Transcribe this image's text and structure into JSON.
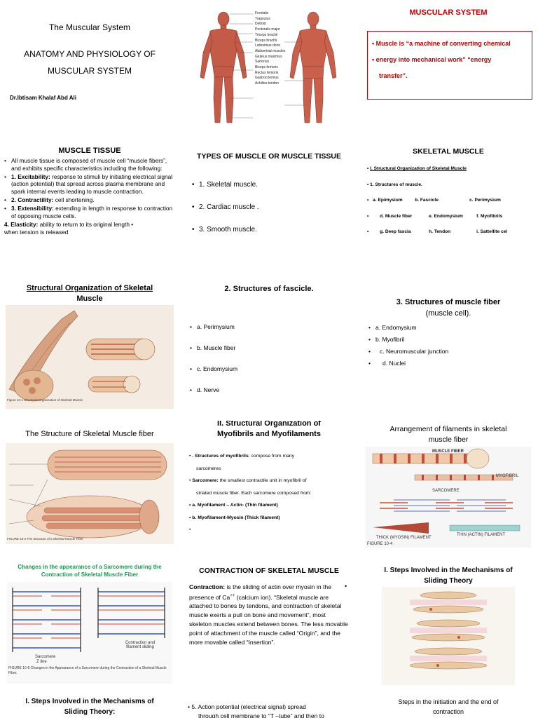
{
  "s1": {
    "title": "The Muscular System",
    "heading_line1": "ANATOMY AND PHYSIOLOGY  OF",
    "heading_line2": "MUSCULAR SYSTEM",
    "author": "Dr.Ibtisam Khalaf Abd Ali"
  },
  "s2": {
    "labels": [
      "Frontalis",
      "Trapezius",
      "Deltoid",
      "Pectoralis major",
      "Triceps brachii",
      "Biceps brachii",
      "Latissimus dorsi",
      "Abdominal muscles",
      "Gluteus maximus",
      "Sartorius",
      "Biceps femoris",
      "Rectus femoris",
      "Gastrocnemius",
      "Achilles tendon"
    ]
  },
  "s3": {
    "title": "MUSCULAR SYSTEM",
    "bullet1": "Muscle is “a machine of converting chemical",
    "bullet2": "energy into mechanical work” “energy",
    "bullet2b": "transfer”."
  },
  "s4": {
    "title": "MUSCLE TISSUE",
    "p1": "All muscle tissue is composed of muscle cell “muscle fibers”, and exhibits specific characteristics including the following:",
    "p2_b": "1. Excitability:",
    "p2": " response to stimuli by initiating electrical signal (action potential) that spread across plasma membrane and spark internal events leading to muscle contraction.",
    "p3_b": "2. Contractility:",
    "p3": " cell shortening.",
    "p4_b": "3. Extensibility:",
    "p4": " extending in length in response to contraction of opposing muscle cells.",
    "p5_b": "4. Elasticity:",
    "p5": " ability to return to its original length  •",
    "p5b": "when tension is released"
  },
  "s5": {
    "title": "TYPES OF MUSCLE OR MUSCLE TISSUE",
    "items": [
      "1. Skeletal muscle.",
      "2. Cardiac muscle .",
      "3. Smooth muscle."
    ]
  },
  "s6": {
    "title": "SKELETAL MUSCLE",
    "sub1": "I. Structural Organization of Skeletal Muscle",
    "sub2": "1. Structures of muscle.",
    "r1": [
      "a.  Epimysium",
      "b.  Fascicle",
      "c.  Perimysium"
    ],
    "r2": [
      "d.  Muscle fiber",
      "e.  Endomysium",
      "f.  Myofibrils"
    ],
    "r3": [
      "g.  Deep fascia",
      "h.  Tendon",
      "i.  Sattellite cel"
    ]
  },
  "s7": {
    "title_line1": "Structural Organization of Skeletal",
    "title_line2": "Muscle",
    "caption": "Figure 10-1 Structural Organization of Skeletal Muscle"
  },
  "s8": {
    "title": "2. Structures of fascicle.",
    "items": [
      "a.  Perimysium",
      "b.  Muscle fiber",
      "c.  Endomysium",
      "d.  Nerve"
    ]
  },
  "s9": {
    "title": "3. Structures of muscle fiber",
    "subtitle": "(muscle cell).",
    "items": [
      "a.  Endomysium",
      "b.  Myofibril",
      "c.   Neuromuscular  junction",
      "d.  Nuclei"
    ]
  },
  "s10": {
    "title": "The Structure of Skeletal Muscle fiber",
    "caption": "FIGURE 10-2 The Structure of a Skeletal Muscle Fiber"
  },
  "s11": {
    "title_line1": "II. Structural Organization of",
    "title_line2": "Myofibrils and Myofilaments",
    "b1": ". Structures of myofibrils",
    "b1r": ": compose from many",
    "b1c": "sarcomeres",
    "b2": "Sarcomere:",
    "b2r": " the smallest contractile unit in myofibril of",
    "b2c": "striated muscle fiber. Each sarcomere composed from:",
    "b3": "a. Myofilament – Actin- (Thin filament)",
    "b4": "b. Myofilament-Myosin (Thick filament)"
  },
  "s12": {
    "title_line1": "Arrangement of filaments in skeletal",
    "title_line2": "muscle fiber",
    "label1": "MUSCLE FIBER",
    "label2": "MYOFIBRIL",
    "label3": "SARCOMERE",
    "label4": "THICK (MYOSIN) FILAMENT",
    "label5": "THIN (ACTIN) FILAMENT",
    "caption": "FIGURE 10-4"
  },
  "s13": {
    "title_line1": "Changes in the appearance of a Sarcomere  during the",
    "title_line2": "Contraction of Skeletal Muscle Fiber",
    "label_left": "Sarcomere",
    "label_left2": "Z line",
    "label_right": "Contraction and filament sliding",
    "caption": "FIGURE 10-8 Changes in the Appearance of a Sarcomere during the Contraction of a Skeletal Muscle Fiber."
  },
  "s14": {
    "title": "CONTRACTION OF SKELETAL MUSCLE",
    "bold": "Contraction:",
    "text1": " is the sliding of actin over myosin in the presence of Ca",
    "sup": "++",
    "text2": " (calcium ion). “Skeletal muscle are attached to bones by tendons, and contraction of skeletal muscle exerts a pull on bone and movement”, most skeleton muscles extend between bones. The less movable point of attachment of the muscle called “Origin”, and the more movable called “Insertion”."
  },
  "s15": {
    "title_line1": "I. Steps Involved in the Mechanisms of",
    "title_line2": "Sliding Theory"
  },
  "s16": {
    "title_line1": "I. Steps Involved in the Mechanisms of",
    "title_line2": "Sliding Theory:"
  },
  "s17": {
    "text1": "5. Action potential (electrical signal) spread",
    "text2": "through cell membrane to “T –tube” and then to"
  },
  "s18": {
    "title_line1": "Steps in the initiation and the end of",
    "title_line2": "contraction"
  },
  "colors": {
    "red_title": "#c00000",
    "green_title": "#1a9a50"
  }
}
